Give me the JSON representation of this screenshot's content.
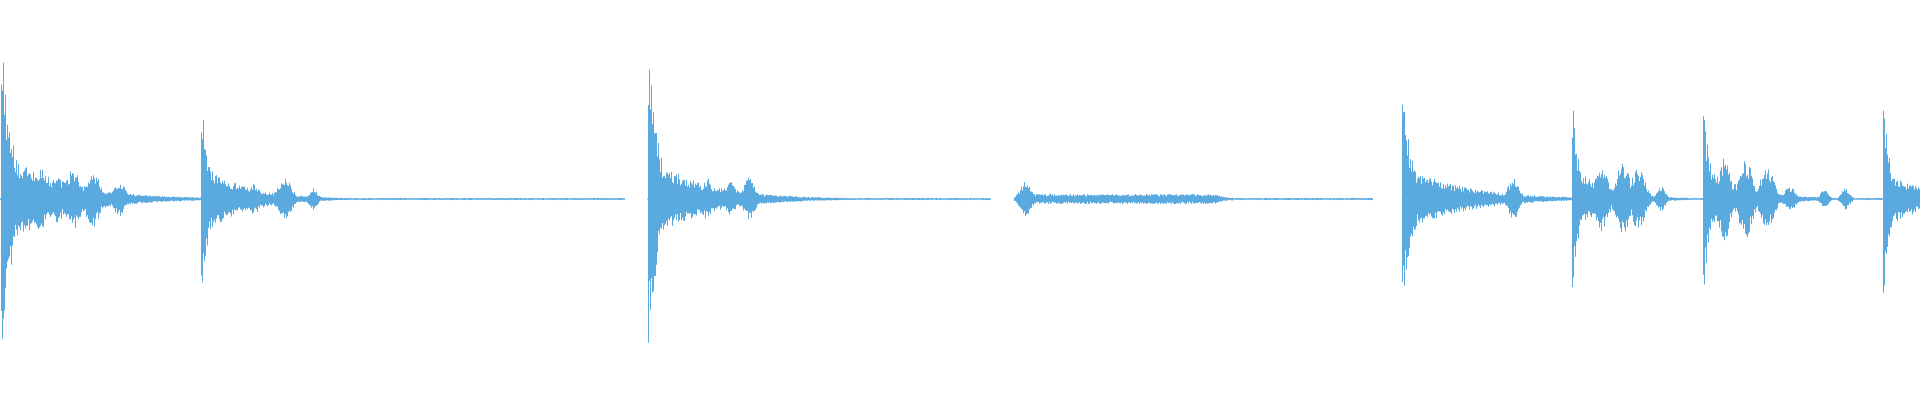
{
  "waveform": {
    "color": "#5aaae0",
    "background": "#ffffff",
    "segments": [
      {
        "start": 0.0,
        "end": 0.325
      },
      {
        "start": 0.337,
        "end": 0.516
      },
      {
        "start": 0.528,
        "end": 0.715
      },
      {
        "start": 0.73,
        "end": 1.0
      }
    ],
    "bursts": [
      {
        "t": 0.001,
        "amp": 0.88,
        "decay": 0.03,
        "body": 0.28
      },
      {
        "t": 0.105,
        "amp": 0.55,
        "decay": 0.022,
        "body": 0.2
      },
      {
        "t": 0.338,
        "amp": 0.8,
        "decay": 0.028,
        "body": 0.24
      },
      {
        "t": 0.73,
        "amp": 0.62,
        "decay": 0.03,
        "body": 0.2
      },
      {
        "t": 0.819,
        "amp": 0.55,
        "decay": 0.018,
        "body": 0.18
      },
      {
        "t": 0.887,
        "amp": 0.57,
        "decay": 0.02,
        "body": 0.2
      },
      {
        "t": 0.981,
        "amp": 0.58,
        "decay": 0.018,
        "body": 0.18
      }
    ],
    "blobs": [
      {
        "t": 0.012,
        "amp": 0.16,
        "w": 0.004
      },
      {
        "t": 0.021,
        "amp": 0.18,
        "w": 0.005
      },
      {
        "t": 0.03,
        "amp": 0.14,
        "w": 0.004
      },
      {
        "t": 0.038,
        "amp": 0.17,
        "w": 0.005
      },
      {
        "t": 0.048,
        "amp": 0.16,
        "w": 0.005
      },
      {
        "t": 0.062,
        "amp": 0.1,
        "w": 0.004
      },
      {
        "t": 0.117,
        "amp": 0.1,
        "w": 0.004
      },
      {
        "t": 0.132,
        "amp": 0.09,
        "w": 0.004
      },
      {
        "t": 0.148,
        "amp": 0.12,
        "w": 0.005
      },
      {
        "t": 0.163,
        "amp": 0.06,
        "w": 0.003
      },
      {
        "t": 0.355,
        "amp": 0.1,
        "w": 0.004
      },
      {
        "t": 0.368,
        "amp": 0.12,
        "w": 0.004
      },
      {
        "t": 0.38,
        "amp": 0.1,
        "w": 0.004
      },
      {
        "t": 0.39,
        "amp": 0.12,
        "w": 0.004
      },
      {
        "t": 0.534,
        "amp": 0.1,
        "w": 0.004
      },
      {
        "t": 0.788,
        "amp": 0.12,
        "w": 0.004
      },
      {
        "t": 0.834,
        "amp": 0.18,
        "w": 0.005
      },
      {
        "t": 0.845,
        "amp": 0.2,
        "w": 0.005
      },
      {
        "t": 0.853,
        "amp": 0.17,
        "w": 0.005
      },
      {
        "t": 0.865,
        "amp": 0.07,
        "w": 0.003
      },
      {
        "t": 0.898,
        "amp": 0.25,
        "w": 0.004
      },
      {
        "t": 0.909,
        "amp": 0.22,
        "w": 0.005
      },
      {
        "t": 0.92,
        "amp": 0.18,
        "w": 0.005
      },
      {
        "t": 0.932,
        "amp": 0.07,
        "w": 0.004
      },
      {
        "t": 0.95,
        "amp": 0.05,
        "w": 0.003
      },
      {
        "t": 0.961,
        "amp": 0.06,
        "w": 0.003
      },
      {
        "t": 0.995,
        "amp": 0.09,
        "w": 0.006
      }
    ],
    "sustained": [
      {
        "start": 0.528,
        "end": 0.642,
        "amp": 0.028
      }
    ]
  }
}
